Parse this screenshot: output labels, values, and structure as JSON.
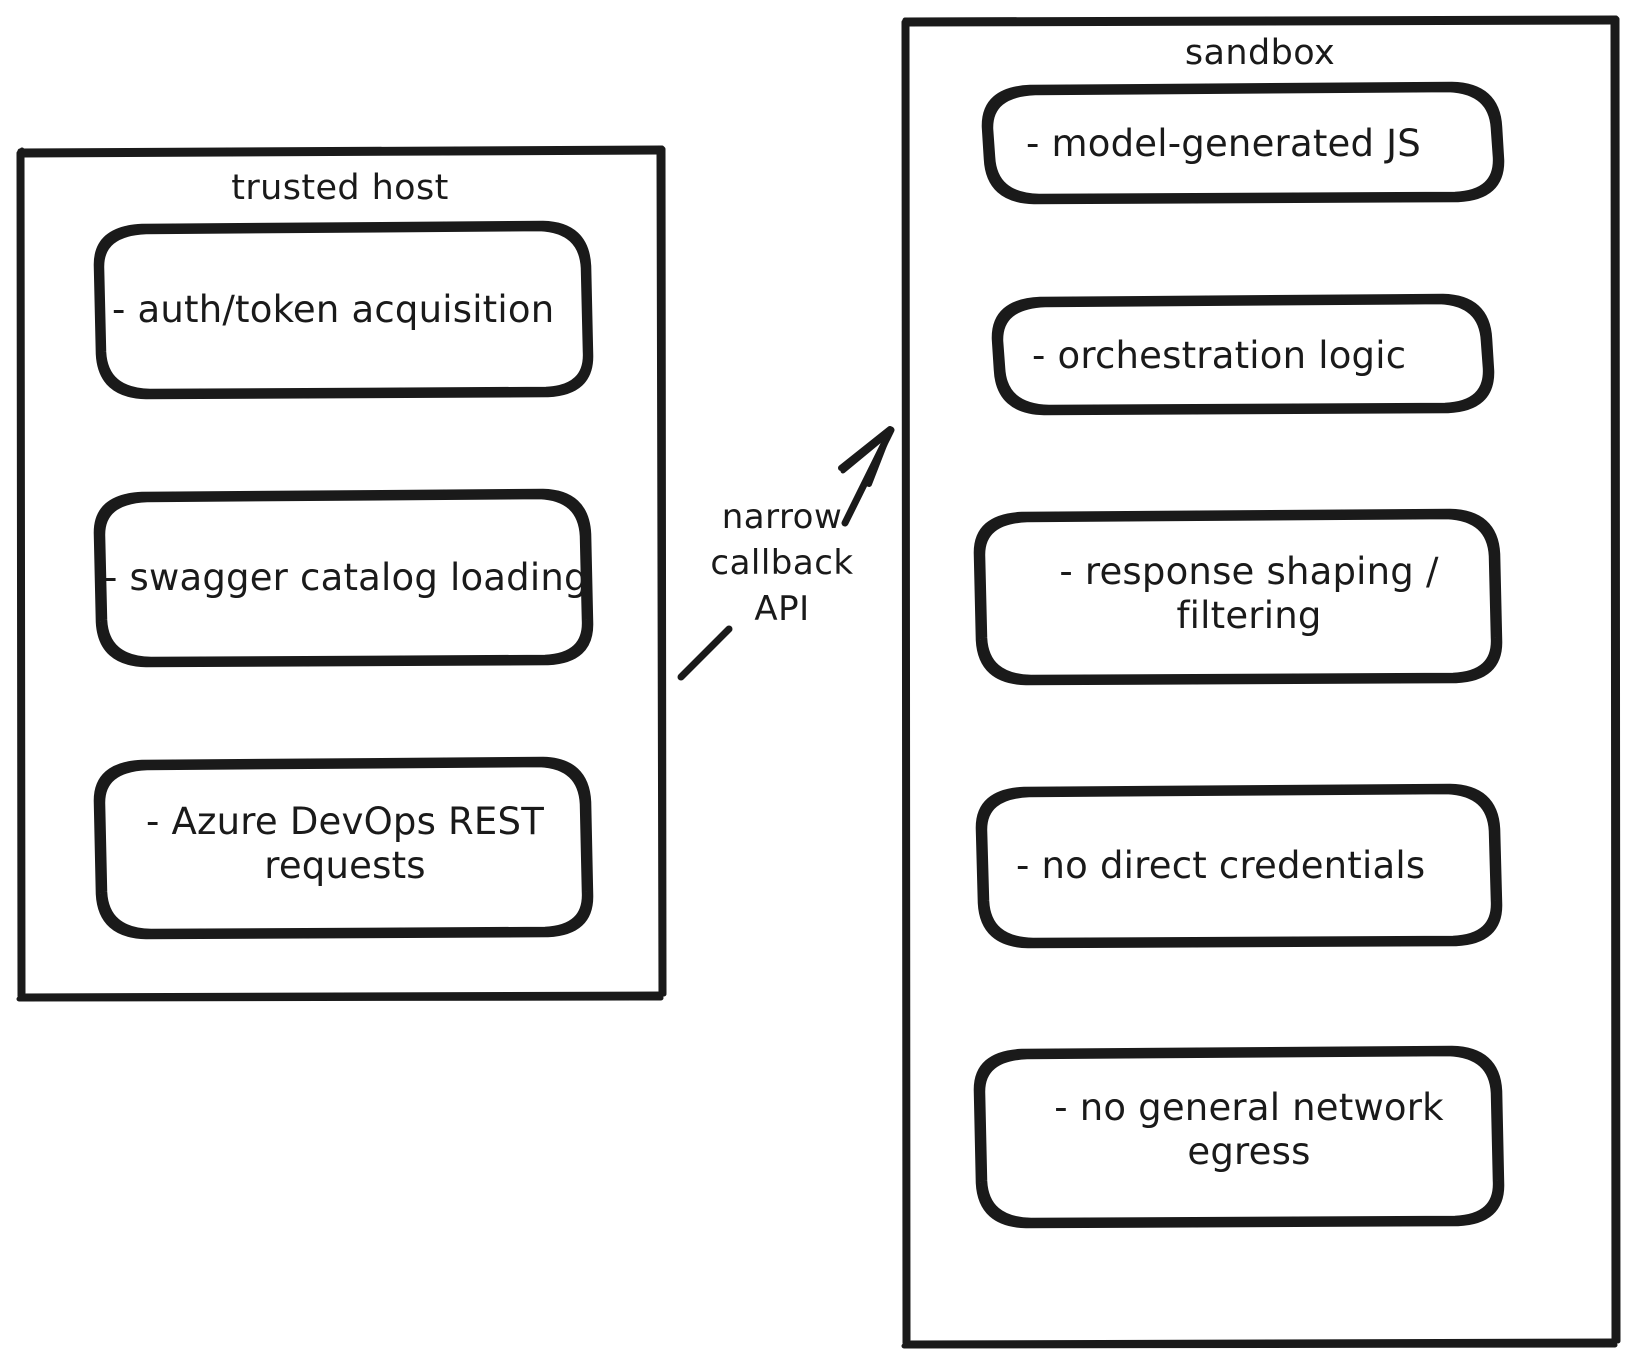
{
  "diagram": {
    "type": "architecture-boundary-diagram",
    "background_color": "#ffffff",
    "stroke_color": "#1a1a1a",
    "style": "hand-drawn",
    "containers": [
      {
        "id": "trusted-host",
        "title": "trusted host",
        "items": [
          {
            "id": "auth-token-acquisition",
            "text": "- auth/token acquisition",
            "align": "left"
          },
          {
            "id": "swagger-catalog-loading",
            "text": "- swagger catalog loading",
            "align": "left"
          },
          {
            "id": "azure-devops-rest-requests",
            "text": "- Azure DevOps REST\nrequests",
            "align": "center"
          }
        ]
      },
      {
        "id": "sandbox",
        "title": "sandbox",
        "items": [
          {
            "id": "model-generated-js",
            "text": "- model-generated JS",
            "align": "left"
          },
          {
            "id": "orchestration-logic",
            "text": "- orchestration logic",
            "align": "left"
          },
          {
            "id": "response-shaping-filtering",
            "text": "- response shaping /\nfiltering",
            "align": "center"
          },
          {
            "id": "no-direct-credentials",
            "text": "- no direct credentials",
            "align": "left"
          },
          {
            "id": "no-general-network-egress",
            "text": "- no general network\negress",
            "align": "center"
          }
        ]
      }
    ],
    "connector": {
      "id": "narrow-callback-api",
      "label": "narrow\ncallback\nAPI",
      "from": "trusted-host",
      "to": "sandbox",
      "arrowhead": "end",
      "direction": "up-right"
    }
  }
}
